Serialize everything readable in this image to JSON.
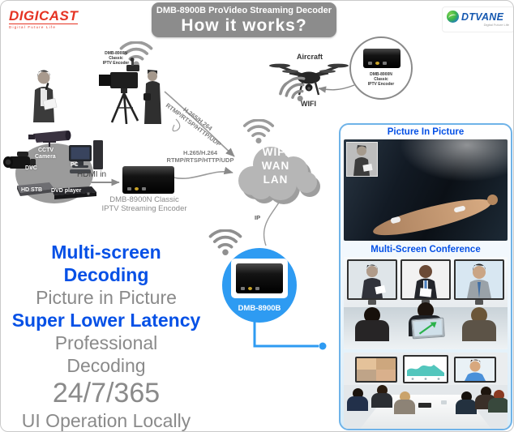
{
  "header": {
    "digicast_name": "DIGICAST",
    "digicast_tagline": "Digital Future Life",
    "title_line1": "DMB-8900B ProVideo Streaming Decoder",
    "title_line2": "How it works?",
    "dtvane_name": "DTVANE",
    "dtvane_tagline": "Digital Future Life"
  },
  "diagram": {
    "mini_encoder": {
      "l1": "DMB-8900N",
      "l2": "Classic",
      "l3": "IPTV Encoder"
    },
    "aircraft_label": "Aircraft",
    "drone_wifi_label": "WIFI",
    "devices": {
      "cctv_l1": "CCTV",
      "cctv_l2": "Camera",
      "dvc": "DVC",
      "pc": "PC",
      "hdstb": "HD STB",
      "dvd": "DVD player"
    },
    "hdmi_label": "HDMI in",
    "encoder_caption": {
      "l1": "DMB-8900N Classic",
      "l2": "IPTV Streaming Encoder"
    },
    "protocol": {
      "l1": "H.265/H.264",
      "l2": "RTMP/RTSP/HTTP/UDP"
    },
    "cloud": {
      "l1": "WIFI",
      "l2": "WAN",
      "l3": "LAN"
    },
    "ip_label": "IP",
    "decoder_label": "DMB-8900B"
  },
  "features": {
    "lines": [
      {
        "text": "Multi-screen"
      },
      {
        "text": "Decoding"
      },
      {
        "text": "Picture in Picture"
      },
      {
        "text": "Super Lower Latency"
      },
      {
        "text": "Professional"
      },
      {
        "text": "Decoding"
      },
      {
        "text": "24/7/365"
      },
      {
        "text": "UI Operation Locally"
      }
    ]
  },
  "panel": {
    "pip_title": "Picture In Picture",
    "conference_title": "Multi-Screen Conference"
  },
  "colors": {
    "accent_blue": "#0550e6",
    "feature_gray": "#8a8a8a",
    "title_box_bg": "#8c8c8c",
    "cloud_gray": "#b6b6b6",
    "decoder_blue": "#2e9bf2",
    "panel_border": "#6fb3e8",
    "digicast_red": "#e53323",
    "dtvane_blue": "#1558b0"
  }
}
